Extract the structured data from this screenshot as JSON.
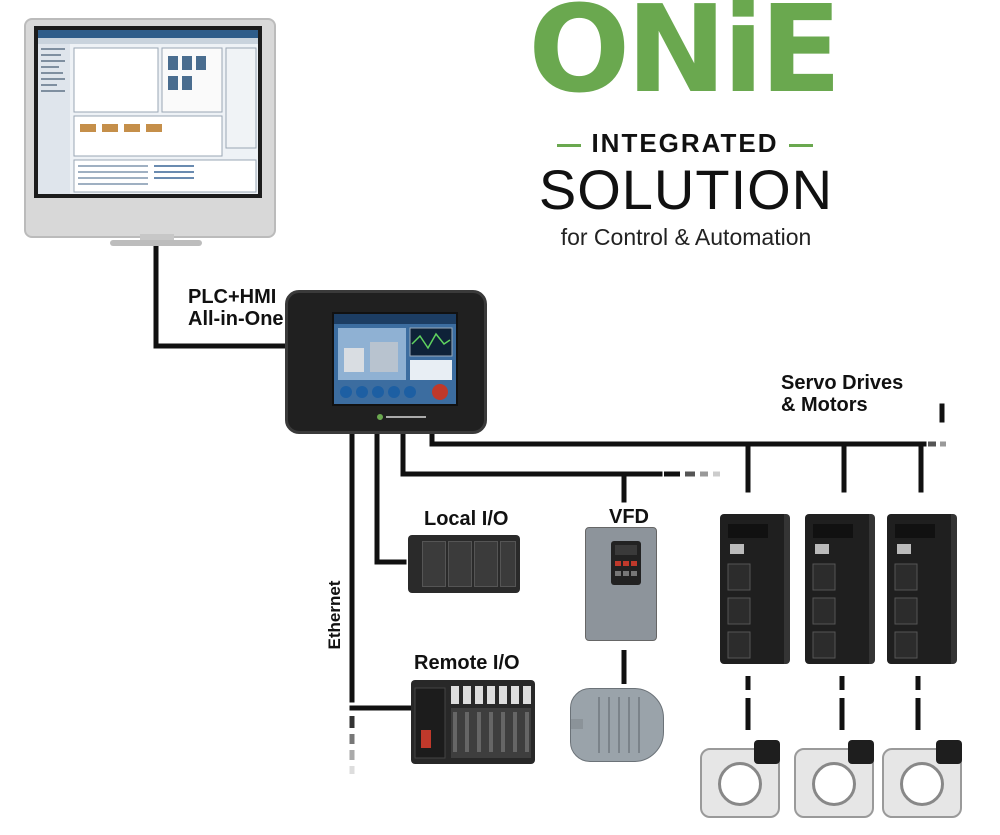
{
  "logo": {
    "word": "ONiE",
    "integrated": "INTEGRATED",
    "solution": "SOLUTION",
    "tagline": "for Control & Automation"
  },
  "labels": {
    "plc_hmi_line1": "PLC+HMI",
    "plc_hmi_line2": "All-in-One",
    "servo_line1": "Servo Drives",
    "servo_line2": "& Motors",
    "local_io": "Local I/O",
    "vfd": "VFD",
    "remote_io": "Remote I/O",
    "ethernet": "Ethernet"
  },
  "colors": {
    "brand_green": "#6aa84f",
    "line_black": "#111111"
  }
}
